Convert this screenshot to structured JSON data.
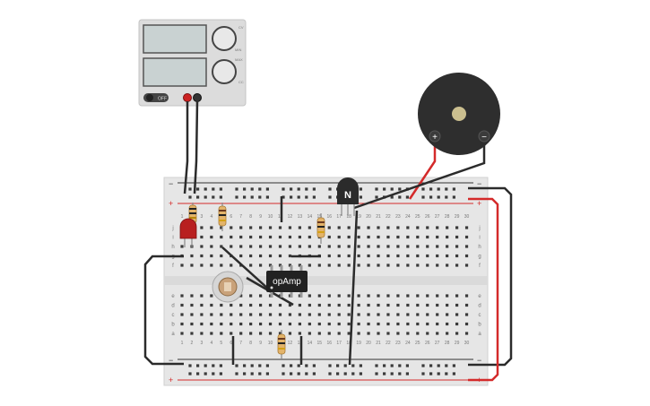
{
  "power_supply": {
    "switch_label": "OFF",
    "knob_labels": [
      "CV",
      "MIN",
      "MAX",
      "CC"
    ],
    "terminal_colors": {
      "positive": "#cc2222",
      "negative": "#333333"
    }
  },
  "breadboard": {
    "rail_signs": {
      "plus": "+",
      "minus": "−"
    },
    "row_letters_top": [
      "j",
      "i",
      "h",
      "g",
      "f"
    ],
    "row_letters_bottom": [
      "e",
      "d",
      "c",
      "b",
      "a"
    ],
    "column_numbers": [
      "1",
      "2",
      "3",
      "4",
      "5",
      "6",
      "7",
      "8",
      "9",
      "10",
      "11",
      "12",
      "13",
      "14",
      "15",
      "16",
      "17",
      "18",
      "19",
      "20",
      "21",
      "22",
      "23",
      "24",
      "25",
      "26",
      "27",
      "28",
      "29",
      "30"
    ]
  },
  "components": {
    "transistor_label": "N",
    "opamp_label": "opAmp",
    "buzzer_plus": "+",
    "buzzer_minus": "−"
  },
  "colors": {
    "board": "#e6e6e6",
    "hole": "#3a3a3a",
    "wire_dark": "#2b2b2b",
    "wire_red": "#d42a2a",
    "rail_red": "#d42a2a",
    "rail_dark": "#333333",
    "led": "#b81f1f"
  }
}
